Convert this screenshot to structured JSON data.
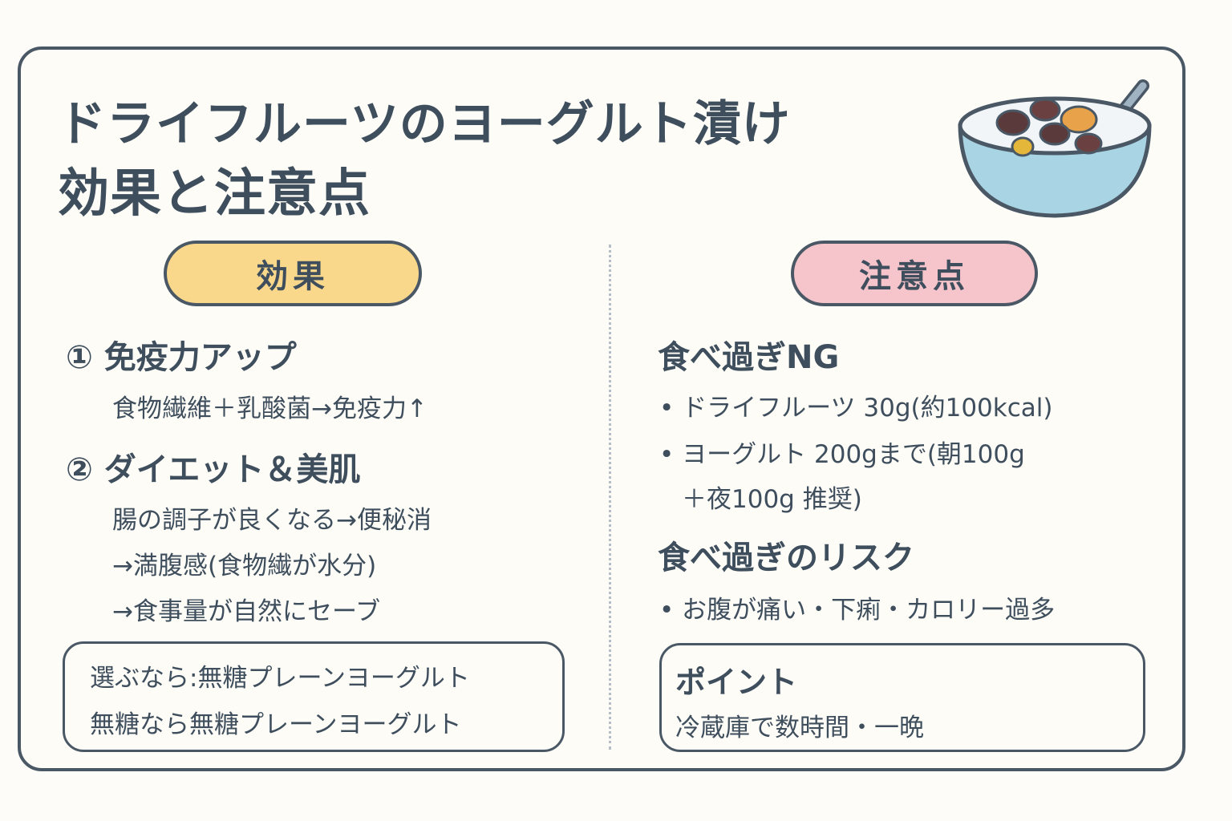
{
  "title": {
    "line1": "ドライフルーツのヨーグルト漬け",
    "line2": "効果と注意点"
  },
  "effects": {
    "label": "効果",
    "item1_title": "① 免疫力アップ",
    "item1_text": "食物繊維＋乳酸菌→免疫力↑",
    "item2_title": "② ダイエット＆美肌",
    "item2_lines": [
      "腸の調子が良くなる→便秘消",
      "→満腹感(食物繊が水分)",
      "→食事量が自然にセーブ"
    ],
    "tip_lines": [
      "選ぶなら:無糖プレーンヨーグルト",
      "無糖なら無糖プレーンヨーグルト"
    ]
  },
  "cautions": {
    "label": "注意点",
    "overeat_title": "食べ過ぎNG",
    "overeat_lines": [
      "• ドライフルーツ 30g(約100kcal)",
      "• ヨーグルト 200gまで(朝100g",
      "  ＋夜100g 推奨)"
    ],
    "risk_title": "食べ過ぎのリスク",
    "risk_text": "• お腹が痛い・下痢・カロリー過多",
    "point_title": "ポイント",
    "point_text": "冷蔵庫で数時間・一晩"
  },
  "colors": {
    "effects_pill": "#f9d88c",
    "cautions_pill": "#f6c4cb",
    "bowl": "#a9d4e3",
    "outline": "#4a5866"
  }
}
